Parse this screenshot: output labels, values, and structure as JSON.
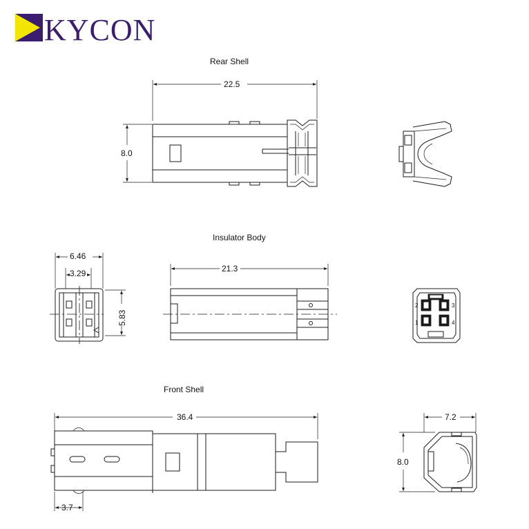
{
  "brand": {
    "name": "KYCON",
    "colors": {
      "purple": "#3a1d6e",
      "yellow": "#f2e600"
    }
  },
  "views": {
    "rear_shell": {
      "title": "Rear Shell",
      "length": "22.5",
      "height": "8.0"
    },
    "insulator_body": {
      "title": "Insulator Body",
      "width_outer": "6.46",
      "width_inner": "3.29",
      "height": "5.83",
      "length": "21.3"
    },
    "front_shell": {
      "title": "Front Shell",
      "length": "36.4",
      "offset": "3.7",
      "width": "7.2",
      "height": "8.0"
    }
  },
  "pins": [
    "1",
    "2",
    "3",
    "4"
  ]
}
